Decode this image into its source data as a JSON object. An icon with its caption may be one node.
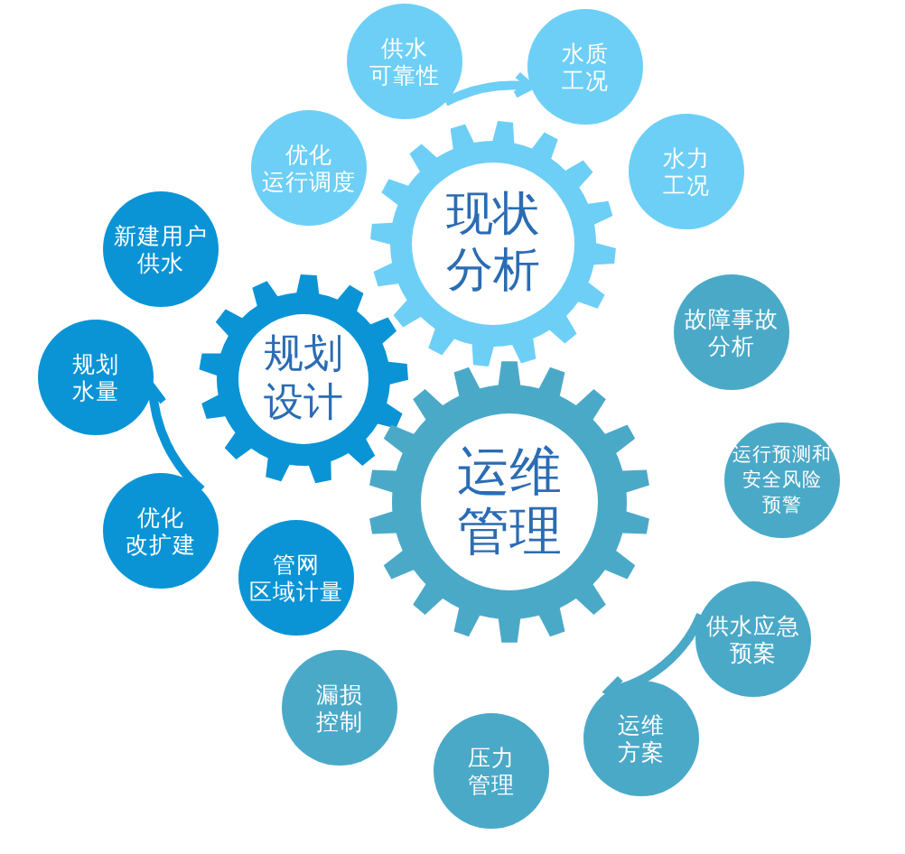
{
  "diagram": {
    "nodes": [
      {
        "text": [
          "供水可靠性"
        ]
      },
      {
        "text": [
          "水质工况"
        ]
      },
      {
        "text": [
          "优化运行调度"
        ]
      },
      {
        "text": [
          "水力工况"
        ]
      },
      {
        "text": [
          "现状分析"
        ]
      },
      {
        "text": [
          "新建用户供水"
        ]
      },
      {
        "text": [
          "故障事故分析"
        ]
      },
      {
        "text": [
          "规划设计"
        ]
      },
      {
        "text": [
          "规划水量"
        ]
      },
      {
        "text": [
          "运行预测和安全风险预警"
        ]
      },
      {
        "text": [
          "运维管理"
        ]
      },
      {
        "text": [
          "优化改扩建"
        ]
      },
      {
        "text": [
          "管网区域计量"
        ]
      },
      {
        "text": [
          "供水应急预案"
        ]
      },
      {
        "text": [
          "漏损控制"
        ]
      },
      {
        "text": [
          "运维方案"
        ]
      },
      {
        "text": [
          "压力管理"
        ]
      }
    ],
    "edges": [
      {
        "from": 0,
        "to": 1,
        "arrow": "to",
        "color": "#6dcff6"
      },
      {
        "from": 11,
        "to": 8,
        "arrow": "to",
        "color": "#0a94d6"
      },
      {
        "from": 13,
        "to": 15,
        "arrow": "to",
        "color": "#4ba9c8"
      }
    ]
  }
}
